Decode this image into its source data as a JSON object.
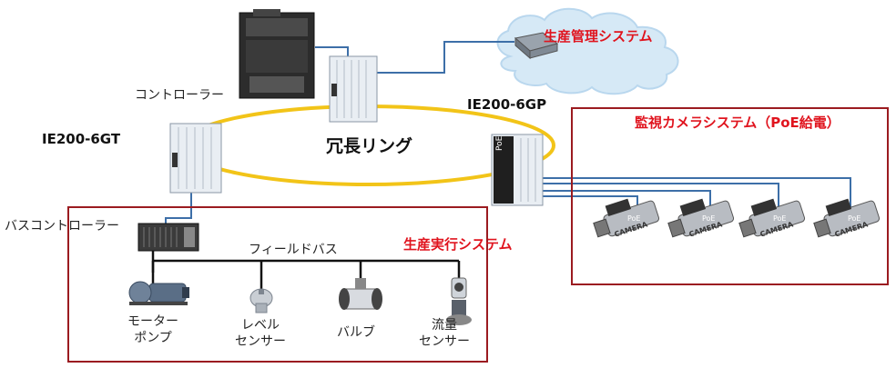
{
  "labels": {
    "controller": "コントローラー",
    "ie200_6gt": "IE200-6GT",
    "ie200_6gp": "IE200-6GP",
    "redundant_ring": "冗長リング",
    "bus_controller": "バスコントローラー",
    "field_bus": "フィールドバス",
    "production_mgmt": "生産管理システム",
    "surveillance": "監視カメラシステム（PoE給電）",
    "production_exec": "生産実行システム",
    "motor_pump": "モーター\nポンプ",
    "level_sensor": "レベル\nセンサー",
    "valve": "バルブ",
    "flow_sensor": "流量\nセンサー"
  },
  "camera_badge": "PoE",
  "camera_text": "CAMERA",
  "switch_badge": "PoE",
  "colors": {
    "ring": "#f2c418",
    "wire": "#3d6fa8",
    "red_label": "#e0141e",
    "box_border": "#9b1b20",
    "cloud": "#d6e9f6"
  }
}
